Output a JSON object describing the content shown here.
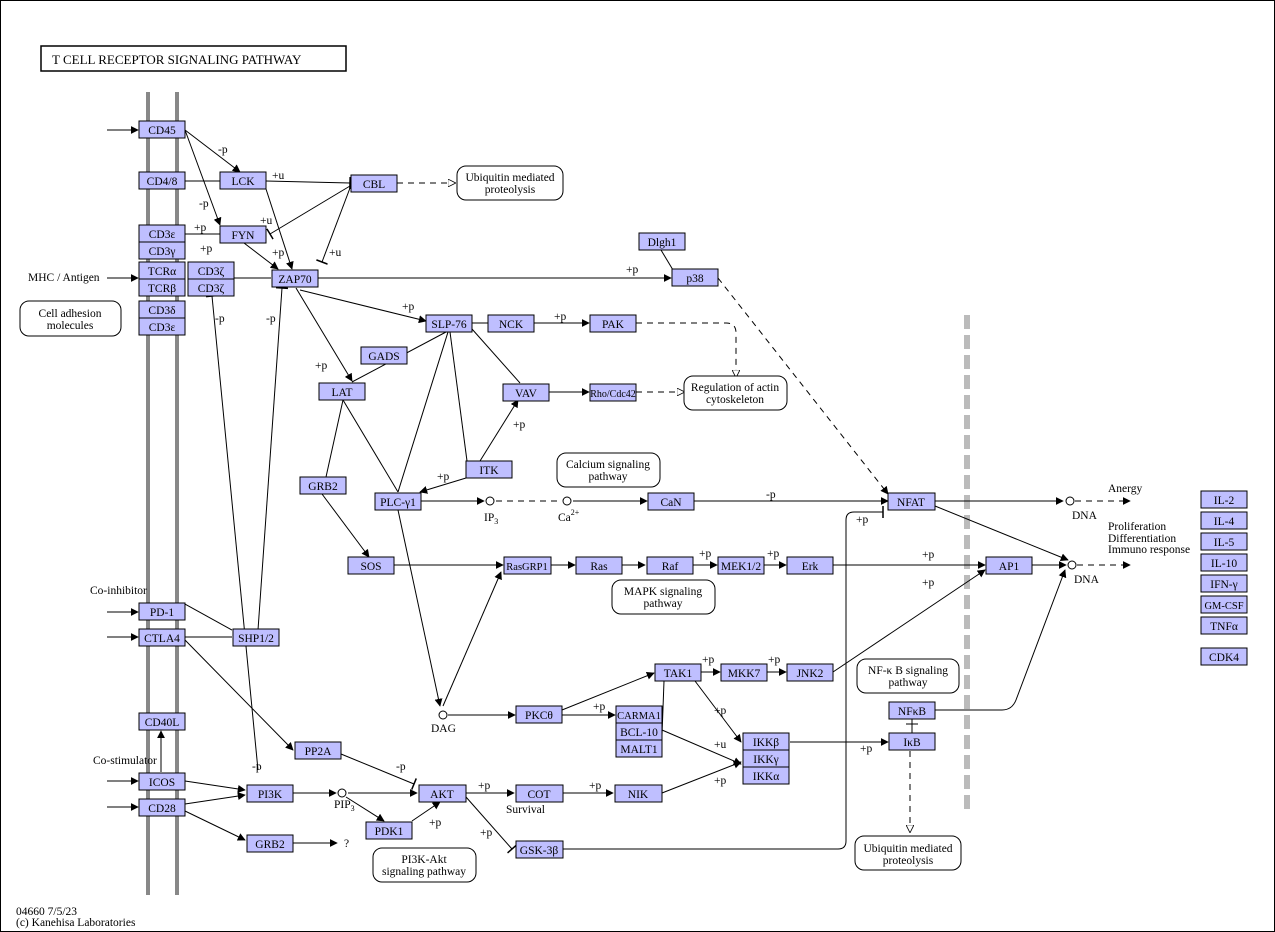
{
  "title": "T  CELL  RECEPTOR  SIGNALING PATHWAY",
  "footer": {
    "code_date": "04660 7/5/23",
    "copyright": "(c) Kanehisa Laboratories"
  },
  "genes": {
    "CD45": "CD45",
    "CD48": "CD4/8",
    "LCK": "LCK",
    "CBL": "CBL",
    "FYN": "FYN",
    "CD3e": "CD3ε",
    "CD3g": "CD3γ",
    "TCRa": "TCRα",
    "TCRb": "TCRβ",
    "CD3z1": "CD3ζ",
    "CD3z2": "CD3ζ",
    "CD3d": "CD3δ",
    "CD3e2": "CD3ε",
    "ZAP70": "ZAP70",
    "Dlgh1": "Dlgh1",
    "p38": "p38",
    "SLP76": "SLP-76",
    "NCK": "NCK",
    "PAK": "PAK",
    "GADS": "GADS",
    "LAT": "LAT",
    "VAV": "VAV",
    "RhoCdc42": "Rho/Cdc42",
    "ITK": "ITK",
    "GRB2a": "GRB2",
    "PLCg1": "PLC-γ1",
    "CaN": "CaN",
    "NFAT": "NFAT",
    "SOS": "SOS",
    "RasGRP1": "RasGRP1",
    "Ras": "Ras",
    "Raf": "Raf",
    "MEK12": "MEK1/2",
    "Erk": "Erk",
    "AP1": "AP1",
    "PD1": "PD-1",
    "CTLA4": "CTLA4",
    "SHP12": "SHP1/2",
    "TAK1": "TAK1",
    "MKK7": "MKK7",
    "JNK2": "JNK2",
    "CD40L": "CD40L",
    "PKCt": "PKCθ",
    "CARMA1": "CARMA1",
    "BCL10": "BCL-10",
    "MALT1": "MALT1",
    "IKKb": "IKKβ",
    "IKKg": "IKKγ",
    "IKKa": "IKKα",
    "NFkB": "NFκB",
    "IkB": "IκB",
    "PP2A": "PP2A",
    "ICOS": "ICOS",
    "CD28": "CD28",
    "PI3K": "PI3K",
    "AKT": "AKT",
    "COT": "COT",
    "NIK": "NIK",
    "PDK1": "PDK1",
    "GRB2b": "GRB2",
    "GSK3b": "GSK-3β",
    "IL2": "IL-2",
    "IL4": "IL-4",
    "IL5": "IL-5",
    "IL10": "IL-10",
    "IFNg": "IFN-γ",
    "GMCSF": "GM-CSF",
    "TNFa": "TNFα",
    "CDK4": "CDK4"
  },
  "pathways": {
    "ubiq1": [
      "Ubiquitin mediated",
      "proteolysis"
    ],
    "cell_adhesion": [
      "Cell adhesion",
      "molecules"
    ],
    "actin": [
      "Regulation of actin",
      "cytoskeleton"
    ],
    "calcium": [
      "Calcium signaling",
      "pathway"
    ],
    "mapk": [
      "MAPK signaling",
      "pathway"
    ],
    "nfkb": [
      "NF-κ B signaling",
      "pathway"
    ],
    "pi3k": [
      "PI3K-Akt",
      "signaling pathway"
    ],
    "ubiq2": [
      "Ubiquitin mediated",
      "proteolysis"
    ]
  },
  "labels": {
    "mhc": "MHC / Antigen",
    "coinhibitor": "Co-inhibitor",
    "costimulator": "Co-stimulator",
    "anergy": "Anergy",
    "dna1": "DNA",
    "dna2": "DNA",
    "prolif": "Proliferation",
    "diff": "Differentiation",
    "immuno": "Immuno response",
    "ip3": "IP",
    "ip3_sub": "3",
    "ca": "Ca",
    "ca_sup": "2+",
    "dag": "DAG",
    "pip3": "PIP",
    "pip3_sub": "3",
    "survival": "Survival",
    "question": "?"
  },
  "edge_labels": {
    "mp1": "-p",
    "mp2": "-p",
    "pu1": "+u",
    "pu2": "+u",
    "pu3": "+u",
    "pp_fyn": "+p",
    "pp_cd3": "+p",
    "pp_zap": "+p",
    "mp_cd3": "-p",
    "mp_zap": "-p",
    "pp_p38": "+p",
    "pp_slp": "+p",
    "pp_pak": "+p",
    "pp_lat": "+p",
    "pp_vav": "+p",
    "pp_plc": "+p",
    "mp_nfat": "-p",
    "pp_nfat": "+p",
    "pp_mek": "+p",
    "pp_erk": "+p",
    "pp_ap1a": "+p",
    "pp_ap1b": "+p",
    "pp_mkk7": "+p",
    "pp_jnk": "+p",
    "pp_carma": "+p",
    "pp_ikk1": "+p",
    "pu_ikk": "+u",
    "pp_ikk2": "+p",
    "pp_ikb": "+p",
    "mp_pi3k": "-p",
    "mp_akt": "-p",
    "pp_cot": "+p",
    "pp_nik": "+p",
    "pp_pdk": "+p",
    "pp_gsk": "+p"
  }
}
